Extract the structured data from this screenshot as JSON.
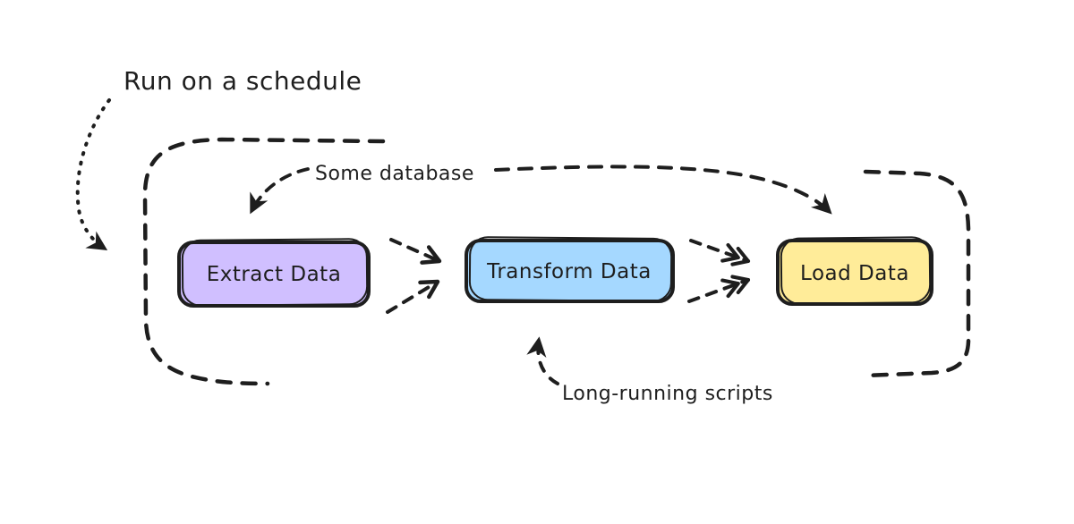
{
  "diagram": {
    "type": "hand-drawn-flowchart",
    "colors": {
      "ink": "#1e1e1e",
      "background": "#ffffff"
    },
    "annotations": {
      "schedule": "Run on a schedule",
      "database": "Some database",
      "scripts": "Long-running scripts"
    },
    "pipeline": {
      "nodes": [
        {
          "id": "extract",
          "label": "Extract Data",
          "fill": "#d0bfff"
        },
        {
          "id": "transform",
          "label": "Transform Data",
          "fill": "#a5d8ff"
        },
        {
          "id": "load",
          "label": "Load Data",
          "fill": "#ffec99"
        }
      ],
      "edges": [
        {
          "from": "extract",
          "to": "transform",
          "style": "dashed-double-arrow"
        },
        {
          "from": "transform",
          "to": "load",
          "style": "dashed-double-arrow"
        },
        {
          "from": "database",
          "to": "extract",
          "style": "dashed-arrow"
        },
        {
          "from": "database",
          "to": "load",
          "style": "dashed-arrow"
        },
        {
          "from": "scripts",
          "to": "transform",
          "style": "dashed-arrow"
        },
        {
          "from": "schedule",
          "to": "loop",
          "style": "dotted-arrow"
        }
      ]
    }
  }
}
